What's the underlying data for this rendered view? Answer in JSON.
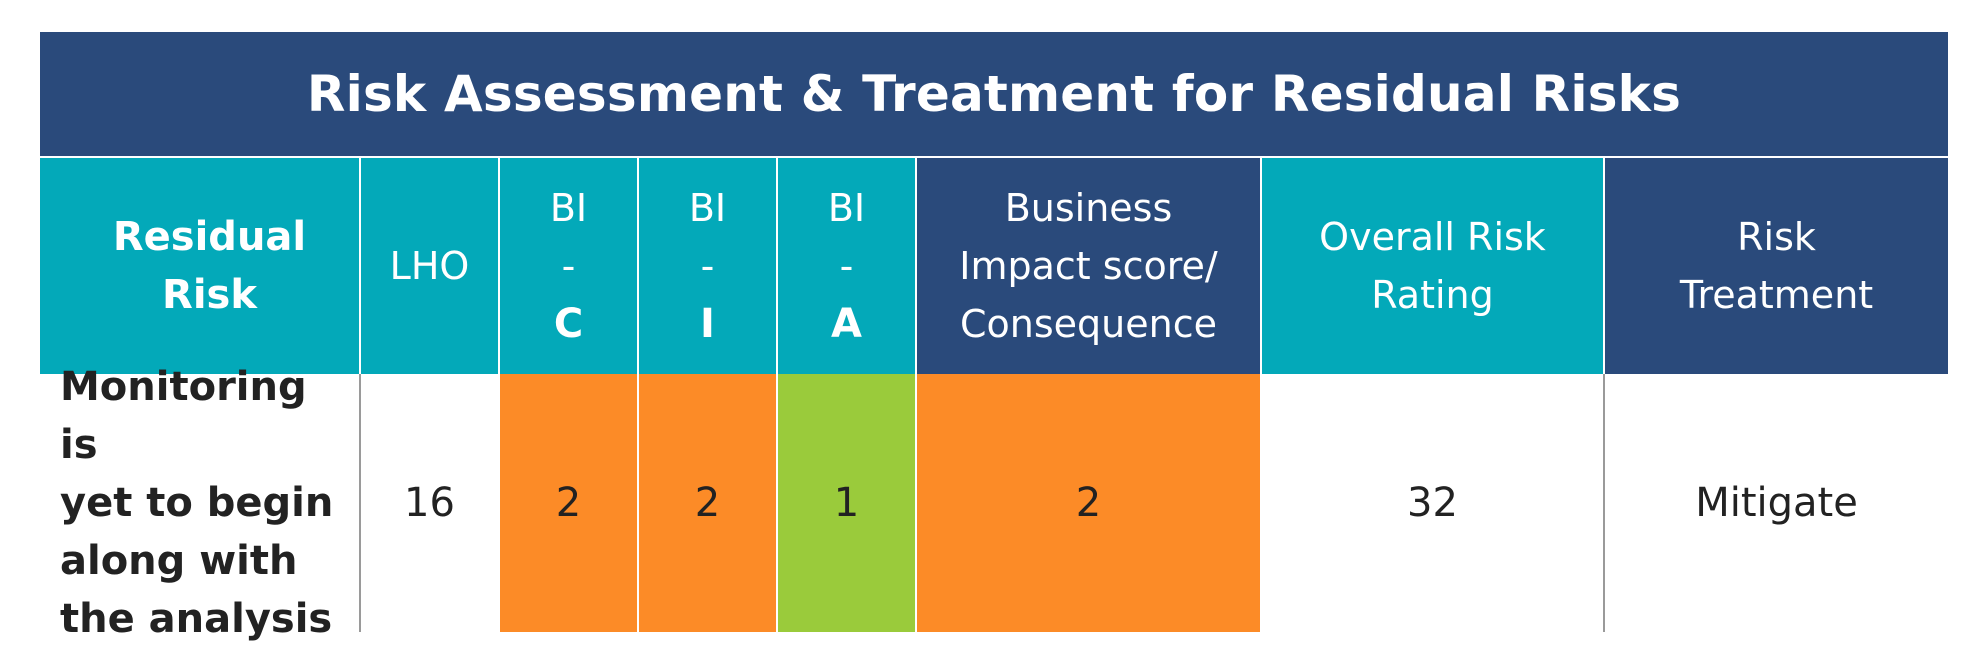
{
  "title": "Risk Assessment & Treatment for Residual Risks",
  "headers": {
    "residual_risk": "Residual Risk",
    "lho": "LHO",
    "bi_c": {
      "top": "BI",
      "mid": "-",
      "letter": "C"
    },
    "bi_i": {
      "top": "BI",
      "mid": "-",
      "letter": "I"
    },
    "bi_a": {
      "top": "BI",
      "mid": "-",
      "letter": "A"
    },
    "business_impact": {
      "line1": "Business",
      "line2": "Impact score/",
      "line3": "Consequence"
    },
    "overall_risk_rating": {
      "line1": "Overall Risk",
      "line2": "Rating"
    },
    "risk_treatment": {
      "line1": "Risk",
      "line2": "Treatment"
    }
  },
  "row": {
    "residual_risk": {
      "line1": "Monitoring is",
      "line2": "yet to begin",
      "line3": "along with",
      "line4": "the analysis"
    },
    "lho": "16",
    "bi_c": "2",
    "bi_i": "2",
    "bi_a": "1",
    "business_impact": "2",
    "overall_risk_rating": "32",
    "risk_treatment": "Mitigate"
  },
  "colors": {
    "navy": "#2a4a7b",
    "teal": "#03a9b9",
    "orange": "#fc8b27",
    "green": "#9acb3b"
  }
}
